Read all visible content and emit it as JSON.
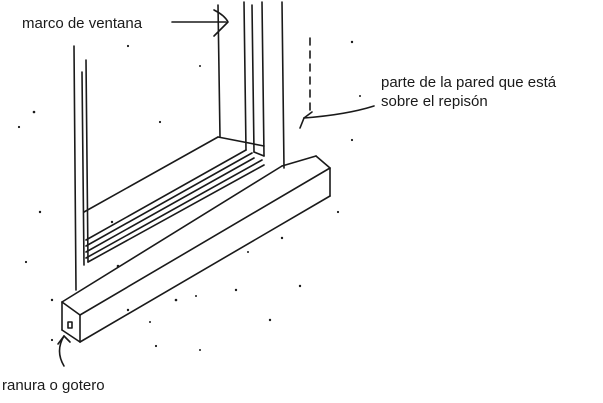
{
  "diagram": {
    "labels": {
      "window_frame": "marco de ventana",
      "wall_above_sill_line1": "parte de la pared que está",
      "wall_above_sill_line2": "sobre el repisón",
      "drip_groove": "ranura o gotero"
    },
    "colors": {
      "ink": "#1a1a1a",
      "background": "#ffffff"
    }
  }
}
